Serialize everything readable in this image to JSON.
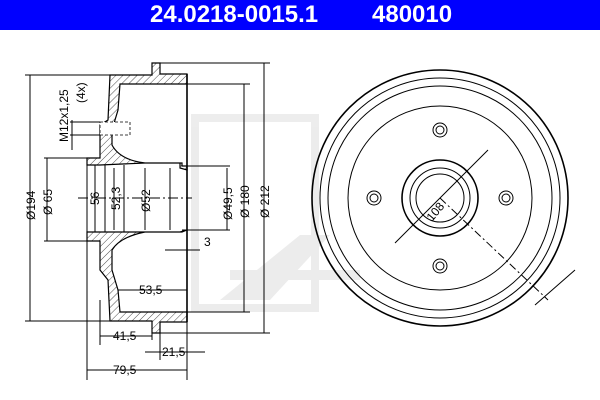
{
  "header": {
    "part_number": "24.0218-0015.1",
    "reference": "480010",
    "color": "#0000ff"
  },
  "section_view": {
    "dims": {
      "d194": "Ø194",
      "d65": "Ø 65",
      "thread": "M12x1,25",
      "thread_count": "(4x)",
      "d56": "56",
      "d52_3": "52,3",
      "d52": "Ø52",
      "d49_5": "Ø49,5",
      "d180": "Ø 180",
      "d212": "Ø 212",
      "gap3": "3",
      "depth53_5": "53,5",
      "len41_5": "41,5",
      "len21_5": "21,5",
      "len79_5": "79,5"
    }
  },
  "front_view": {
    "dims": {
      "pcd108": "108"
    },
    "bolt_holes": 4
  }
}
